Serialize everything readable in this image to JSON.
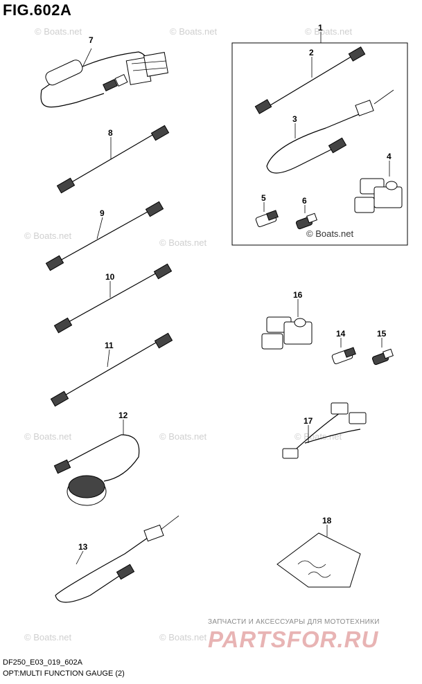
{
  "figure": {
    "title": "FIG.602A",
    "code": "DF250_E03_019_602A",
    "caption": "OPT:MULTI FUNCTION GAUGE (2)"
  },
  "watermark": {
    "text": "© Boats.net"
  },
  "branding": {
    "tagline": "ЗАПЧАСТИ И АКСЕССУАРЫ ДЛЯ МОТОТЕХНИКИ",
    "name": "PARTSFOR.RU"
  },
  "callouts": [
    "1",
    "2",
    "3",
    "4",
    "5",
    "6",
    "7",
    "8",
    "9",
    "10",
    "11",
    "12",
    "13",
    "14",
    "15",
    "16",
    "17",
    "18"
  ]
}
